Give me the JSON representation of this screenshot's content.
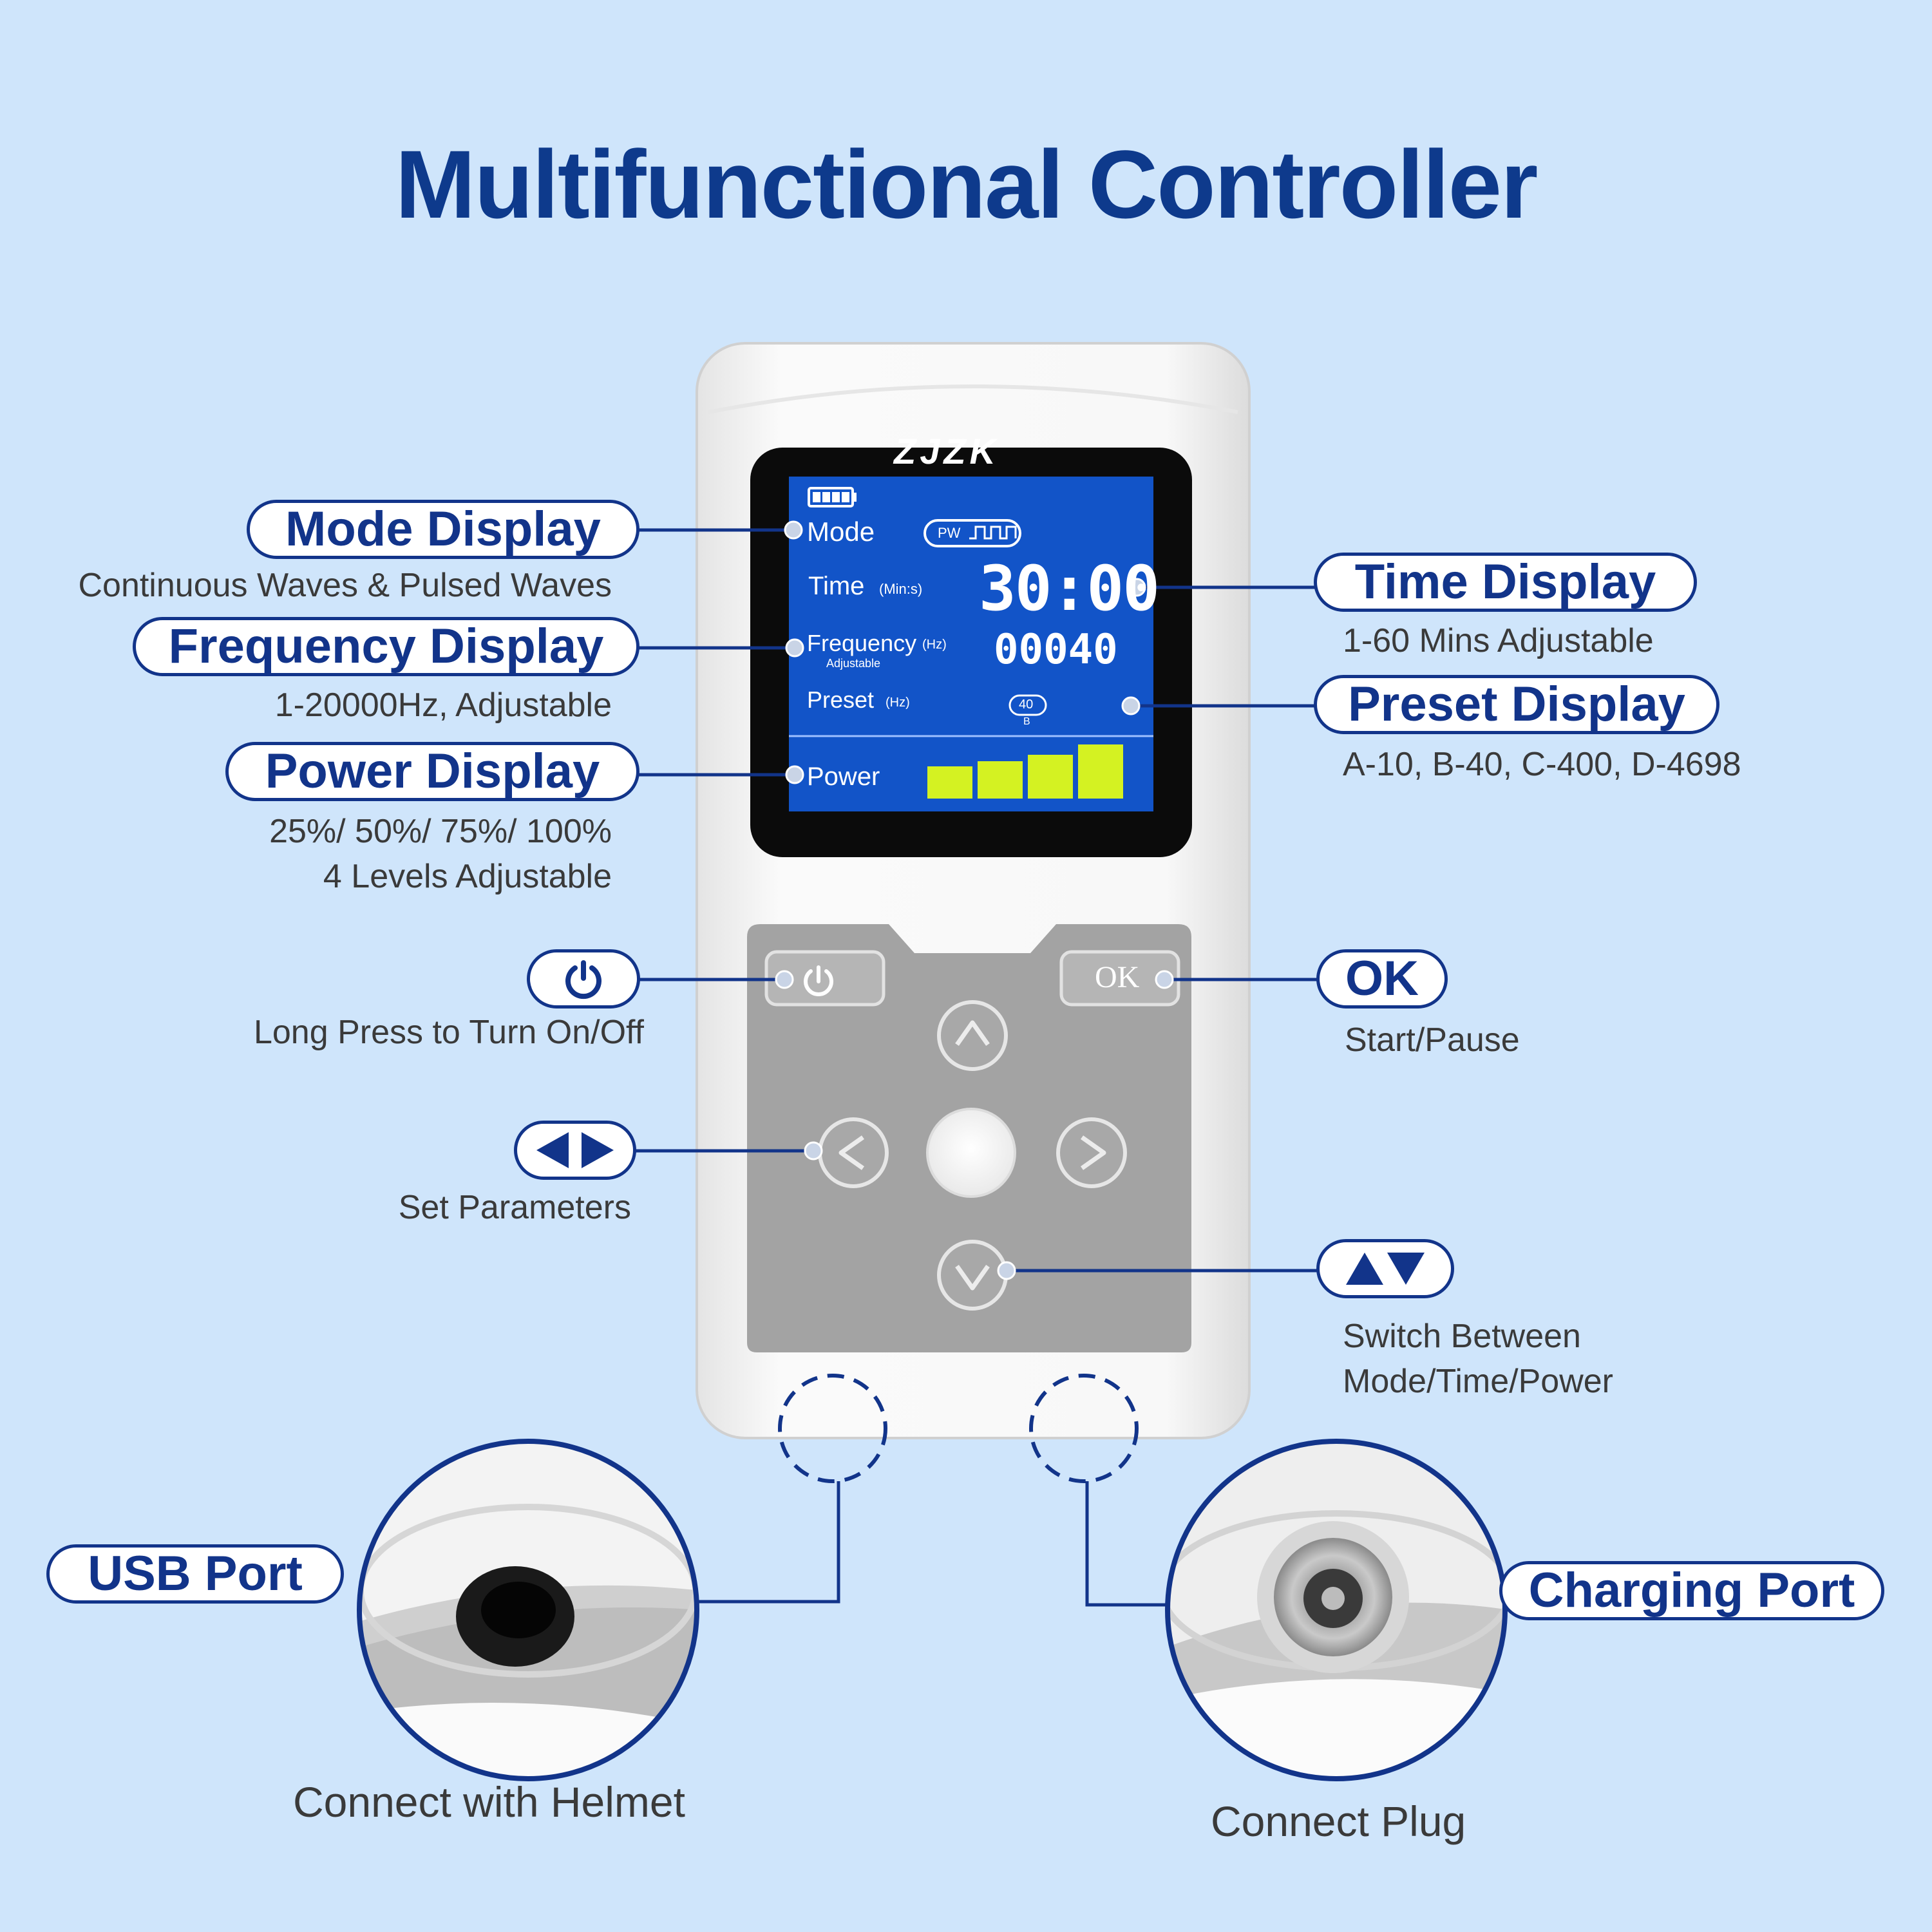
{
  "title": "Multifunctional Controller",
  "device": {
    "brand": "ZJZK",
    "screen": {
      "mode_label": "Mode",
      "mode_icon_text": "PW",
      "time_label": "Time",
      "time_unit": "(Min:s)",
      "time_value": "30:00",
      "frequency_label": "Frequency",
      "frequency_unit": "(Hz)",
      "frequency_sub": "Adjustable",
      "frequency_value": "00040",
      "preset_label": "Preset",
      "preset_unit": "(Hz)",
      "preset_value": "40",
      "preset_letter": "B",
      "power_label": "Power",
      "power_level": 1.0
    },
    "buttons": {
      "ok_label": "OK"
    }
  },
  "callouts": {
    "mode": {
      "label": "Mode Display",
      "desc": "Continuous Waves & Pulsed Waves"
    },
    "frequency": {
      "label": "Frequency Display",
      "desc": "1-20000Hz, Adjustable"
    },
    "power": {
      "label": "Power Display",
      "desc1": "25%/ 50%/ 75%/ 100%",
      "desc2": "4 Levels Adjustable"
    },
    "time": {
      "label": "Time Display",
      "desc": "1-60 Mins Adjustable"
    },
    "preset": {
      "label": "Preset Display",
      "desc": "A-10, B-40, C-400, D-4698"
    },
    "power_button": {
      "icon": "power-icon",
      "desc": "Long Press to Turn On/Off"
    },
    "ok": {
      "label": "OK",
      "desc": "Start/Pause"
    },
    "left_right": {
      "icon": "left-right-arrows-icon",
      "desc": "Set Parameters"
    },
    "up_down": {
      "icon": "up-down-arrows-icon",
      "desc1": "Switch Between",
      "desc2": "Mode/Time/Power"
    },
    "usb": {
      "label": "USB Port",
      "caption": "Connect with Helmet"
    },
    "charging": {
      "label": "Charging Port",
      "caption": "Connect Plug"
    }
  },
  "colors": {
    "navy": "#12348a",
    "background": "#cfe5fb",
    "lcd_blue": "#1254c8",
    "power_bar": "#d4f222"
  }
}
